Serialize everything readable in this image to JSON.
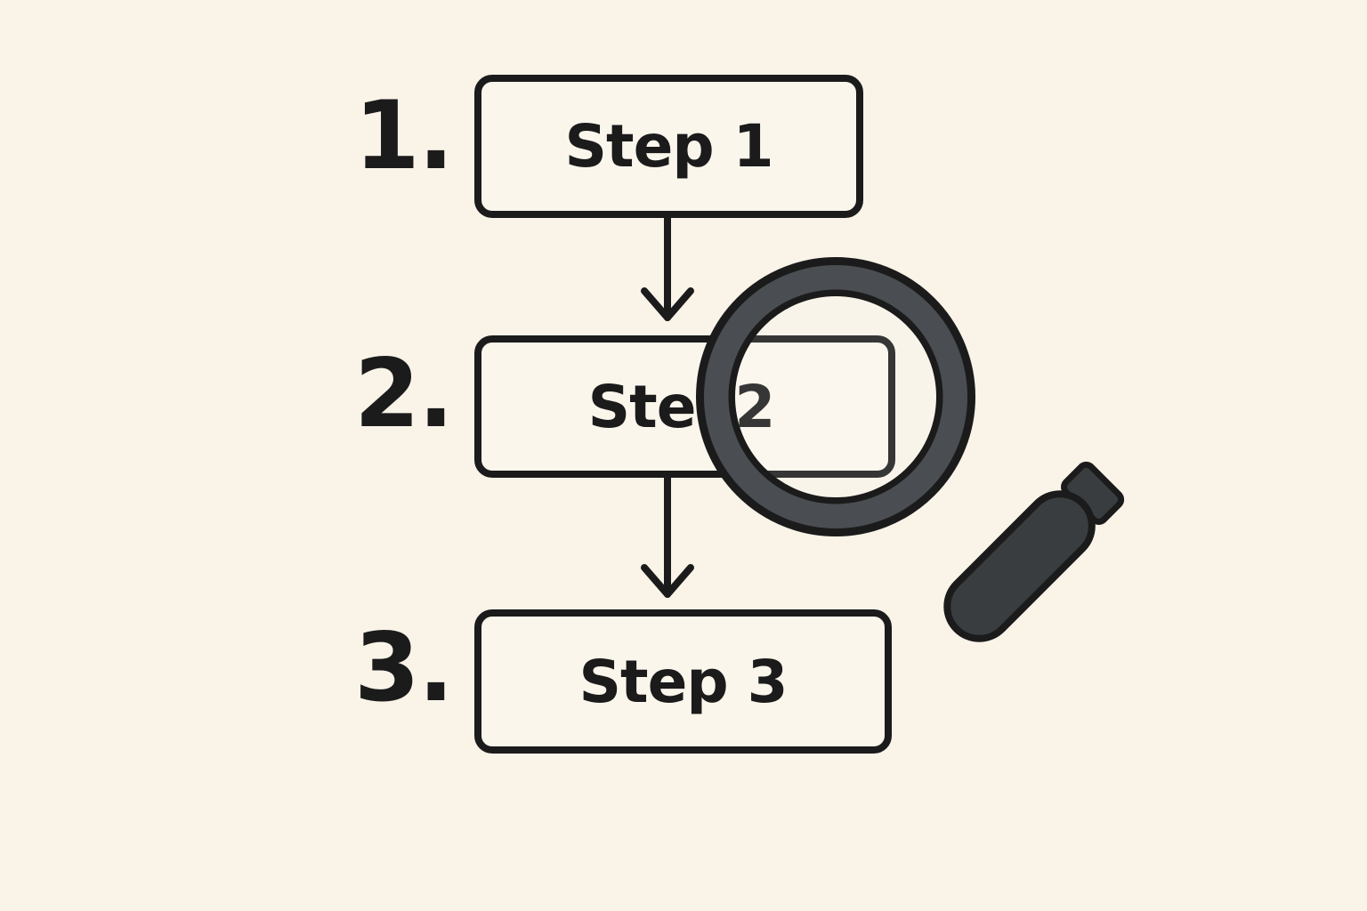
{
  "background_color": "#f9f3e8",
  "ink_color": "#1b1b1b",
  "steps": [
    {
      "number": "1.",
      "label": "Step 1"
    },
    {
      "number": "2.",
      "label": "Ste  2"
    },
    {
      "number": "3.",
      "label": "Step 3"
    }
  ],
  "connectors": [
    "arrow-down",
    "arrow-down"
  ],
  "magnifier": {
    "icon": "magnifying-glass-icon",
    "focus": "step-2",
    "rim_color": "#3a3d40",
    "handle_color": "#3a3d40"
  }
}
